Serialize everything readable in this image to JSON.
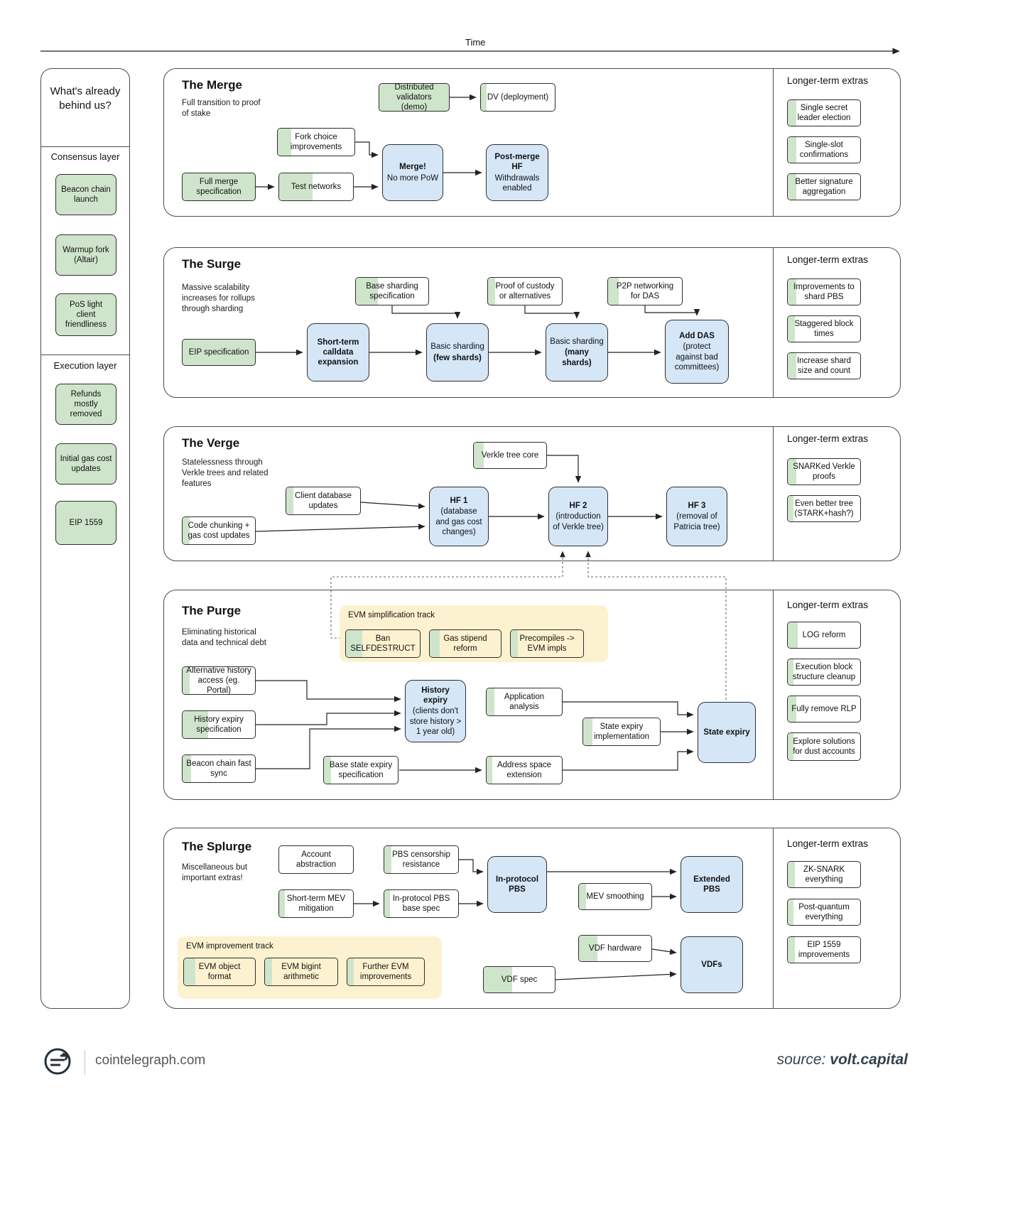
{
  "page": {
    "time_label": "Time"
  },
  "colors": {
    "green": "#cfe5cb",
    "blue": "#d5e6f7",
    "yellow": "#fdf2cf"
  },
  "sidebar": {
    "title": "What's already behind us?",
    "sections": [
      {
        "label": "Consensus layer",
        "items": [
          "Beacon chain launch",
          "Warmup fork (Altair)",
          "PoS light client friendliness"
        ]
      },
      {
        "label": "Execution layer",
        "items": [
          "Refunds mostly removed",
          "Initial gas cost updates",
          "EIP 1559"
        ]
      }
    ]
  },
  "rows": [
    {
      "title": "The Merge",
      "subtitle": "Full transition to proof of stake",
      "extras_title": "Longer-term extras",
      "extras": [
        "Single secret leader election",
        "Single-slot confirmations",
        "Better signature aggregation"
      ],
      "nodes": {
        "dist_validators": "Distributed validators (demo)",
        "dv_deploy": "DV (deployment)",
        "fork_choice": "Fork choice improvements",
        "full_merge_spec": "Full merge specification",
        "test_networks": "Test networks",
        "merge": {
          "b": "Merge!",
          "t": "No more PoW"
        },
        "post_merge": {
          "b": "Post-merge HF",
          "t": "Withdrawals enabled"
        }
      }
    },
    {
      "title": "The Surge",
      "subtitle": "Massive scalability increases for rollups through sharding",
      "extras_title": "Longer-term extras",
      "extras": [
        "Improvements to shard PBS",
        "Staggered block times",
        "Increase shard size and count"
      ],
      "nodes": {
        "base_sharding_spec": "Base sharding specification",
        "proof_custody": "Proof of custody or alternatives",
        "p2p_das": "P2P networking for DAS",
        "eip_spec": "EIP specification",
        "calldata": {
          "b": "Short-term calldata expansion"
        },
        "few_shards": {
          "t": "Basic sharding",
          "b": "(few shards)"
        },
        "many_shards": {
          "t": "Basic sharding",
          "b": "(many shards)"
        },
        "add_das": {
          "b": "Add DAS",
          "t": "(protect against bad committees)"
        }
      }
    },
    {
      "title": "The Verge",
      "subtitle": "Statelessness through Verkle trees and related features",
      "extras_title": "Longer-term extras",
      "extras": [
        "SNARKed Verkle proofs",
        "Even better tree (STARK+hash?)"
      ],
      "nodes": {
        "verkle_core": "Verkle tree core",
        "client_db": "Client database updates",
        "code_chunking": "Code chunking + gas cost updates",
        "hf1": {
          "b": "HF 1",
          "t": "(database and gas cost changes)"
        },
        "hf2": {
          "b": "HF 2",
          "t": "(introduction of Verkle tree)"
        },
        "hf3": {
          "b": "HF 3",
          "t": "(removal of Patricia tree)"
        }
      }
    },
    {
      "title": "The Purge",
      "subtitle": "Eliminating historical data and technical debt",
      "extras_title": "Longer-term extras",
      "extras": [
        "LOG reform",
        "Execution block structure cleanup",
        "Fully remove RLP",
        "Explore solutions for dust accounts"
      ],
      "track_title": "EVM simplification track",
      "nodes": {
        "ban_selfdestruct": "Ban SELFDESTRUCT",
        "gas_stipend": "Gas stipend reform",
        "precompiles": "Precompiles -> EVM impls",
        "alt_history": "Alternative history access (eg. Portal)",
        "history_expiry_spec": "History expiry specification",
        "beacon_fast_sync": "Beacon chain fast sync",
        "history_expiry": {
          "b": "History expiry",
          "t": "(clients don't store history > 1 year old)"
        },
        "base_state_expiry": "Base state expiry specification",
        "app_analysis": "Application analysis",
        "addr_space": "Address space extension",
        "state_expiry_impl": "State expiry implementation",
        "state_expiry": {
          "b": "State expiry"
        }
      }
    },
    {
      "title": "The Splurge",
      "subtitle": "Miscellaneous but important extras!",
      "extras_title": "Longer-term extras",
      "extras": [
        "ZK-SNARK everything",
        "Post-quantum everything",
        "EIP 1559 improvements"
      ],
      "track_title": "EVM improvement track",
      "nodes": {
        "account_abstraction": "Account abstraction",
        "pbs_censorship": "PBS censorship resistance",
        "mev_mitigation": "Short-term MEV mitigation",
        "pbs_base_spec": "In-protocol PBS base spec",
        "in_protocol_pbs": {
          "b": "In-protocol PBS"
        },
        "mev_smoothing": "MEV smoothing",
        "extended_pbs": {
          "b": "Extended PBS"
        },
        "vdf_hardware": "VDF hardware",
        "vdf_spec": "VDF spec",
        "vdfs": {
          "b": "VDFs"
        },
        "evm_object": "EVM object format",
        "evm_bigint": "EVM bigint arithmetic",
        "further_evm": "Further EVM improvements"
      }
    }
  ],
  "footer": {
    "site": "cointelegraph.com",
    "source_prefix": "source:",
    "source_name": "volt.capital"
  }
}
